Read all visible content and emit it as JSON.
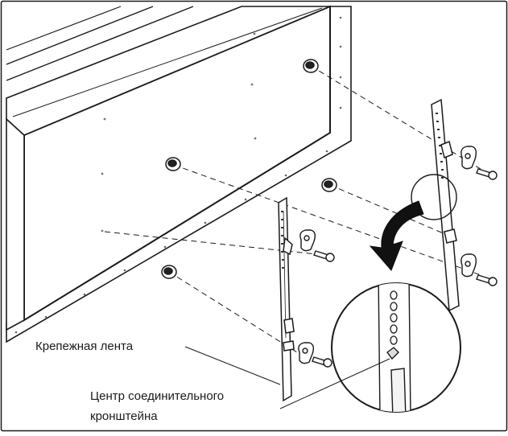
{
  "labels": {
    "mounting_tape": "Крепежная лента",
    "bracket_center_line1": "Центр соединительного",
    "bracket_center_line2": "кронштейна"
  },
  "colors": {
    "line": "#1a1a1a",
    "panel_fill": "#ffffff",
    "background": "#ffffff"
  }
}
